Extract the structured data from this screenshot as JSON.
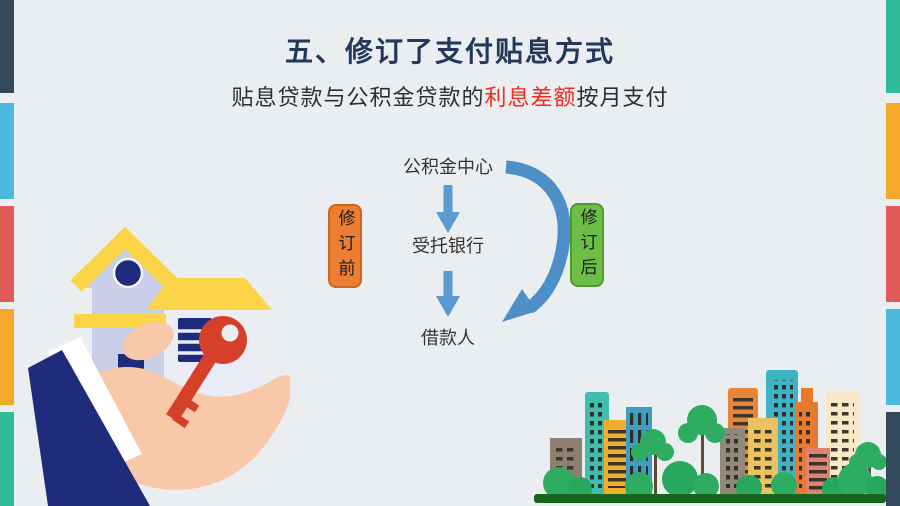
{
  "slide": {
    "title": "五、修订了支付贴息方式",
    "subtitle_prefix": "贴息贷款与公积金贷款的",
    "subtitle_highlight": "利息差额",
    "subtitle_suffix": "按月支付"
  },
  "diagram": {
    "nodes": [
      {
        "label": "公积金中心"
      },
      {
        "label": "受托银行"
      },
      {
        "label": "借款人"
      }
    ],
    "before_label": "修订前",
    "after_label": "修订后"
  },
  "icons": {
    "hand_house": "hand-holding-house-with-key-icon",
    "city": "city-skyline-with-trees-icon"
  },
  "colors": {
    "background": "#EBEEF1",
    "title_text": "#24385B",
    "body_text": "#2E2E2E",
    "highlight_red": "#F5281B",
    "flow_arrow_blue": "#5B9BD5",
    "curve_arrow_blue": "#4E8FC8",
    "before_box_orange": "#ED7D31",
    "after_box_green": "#6CBE47",
    "edge_navy": "#34485C",
    "edge_blue": "#4CB9DE",
    "edge_red": "#E25B5B",
    "edge_orange": "#F6A82A",
    "edge_teal": "#32BB98"
  },
  "edge_bars": {
    "left": [
      "#34485C",
      "#4CB9DE",
      "#E25B5B",
      "#F6A82A",
      "#32BB98"
    ],
    "right": [
      "#32BB98",
      "#F6A82A",
      "#E25B5B",
      "#4CB9DE",
      "#34485C"
    ]
  }
}
